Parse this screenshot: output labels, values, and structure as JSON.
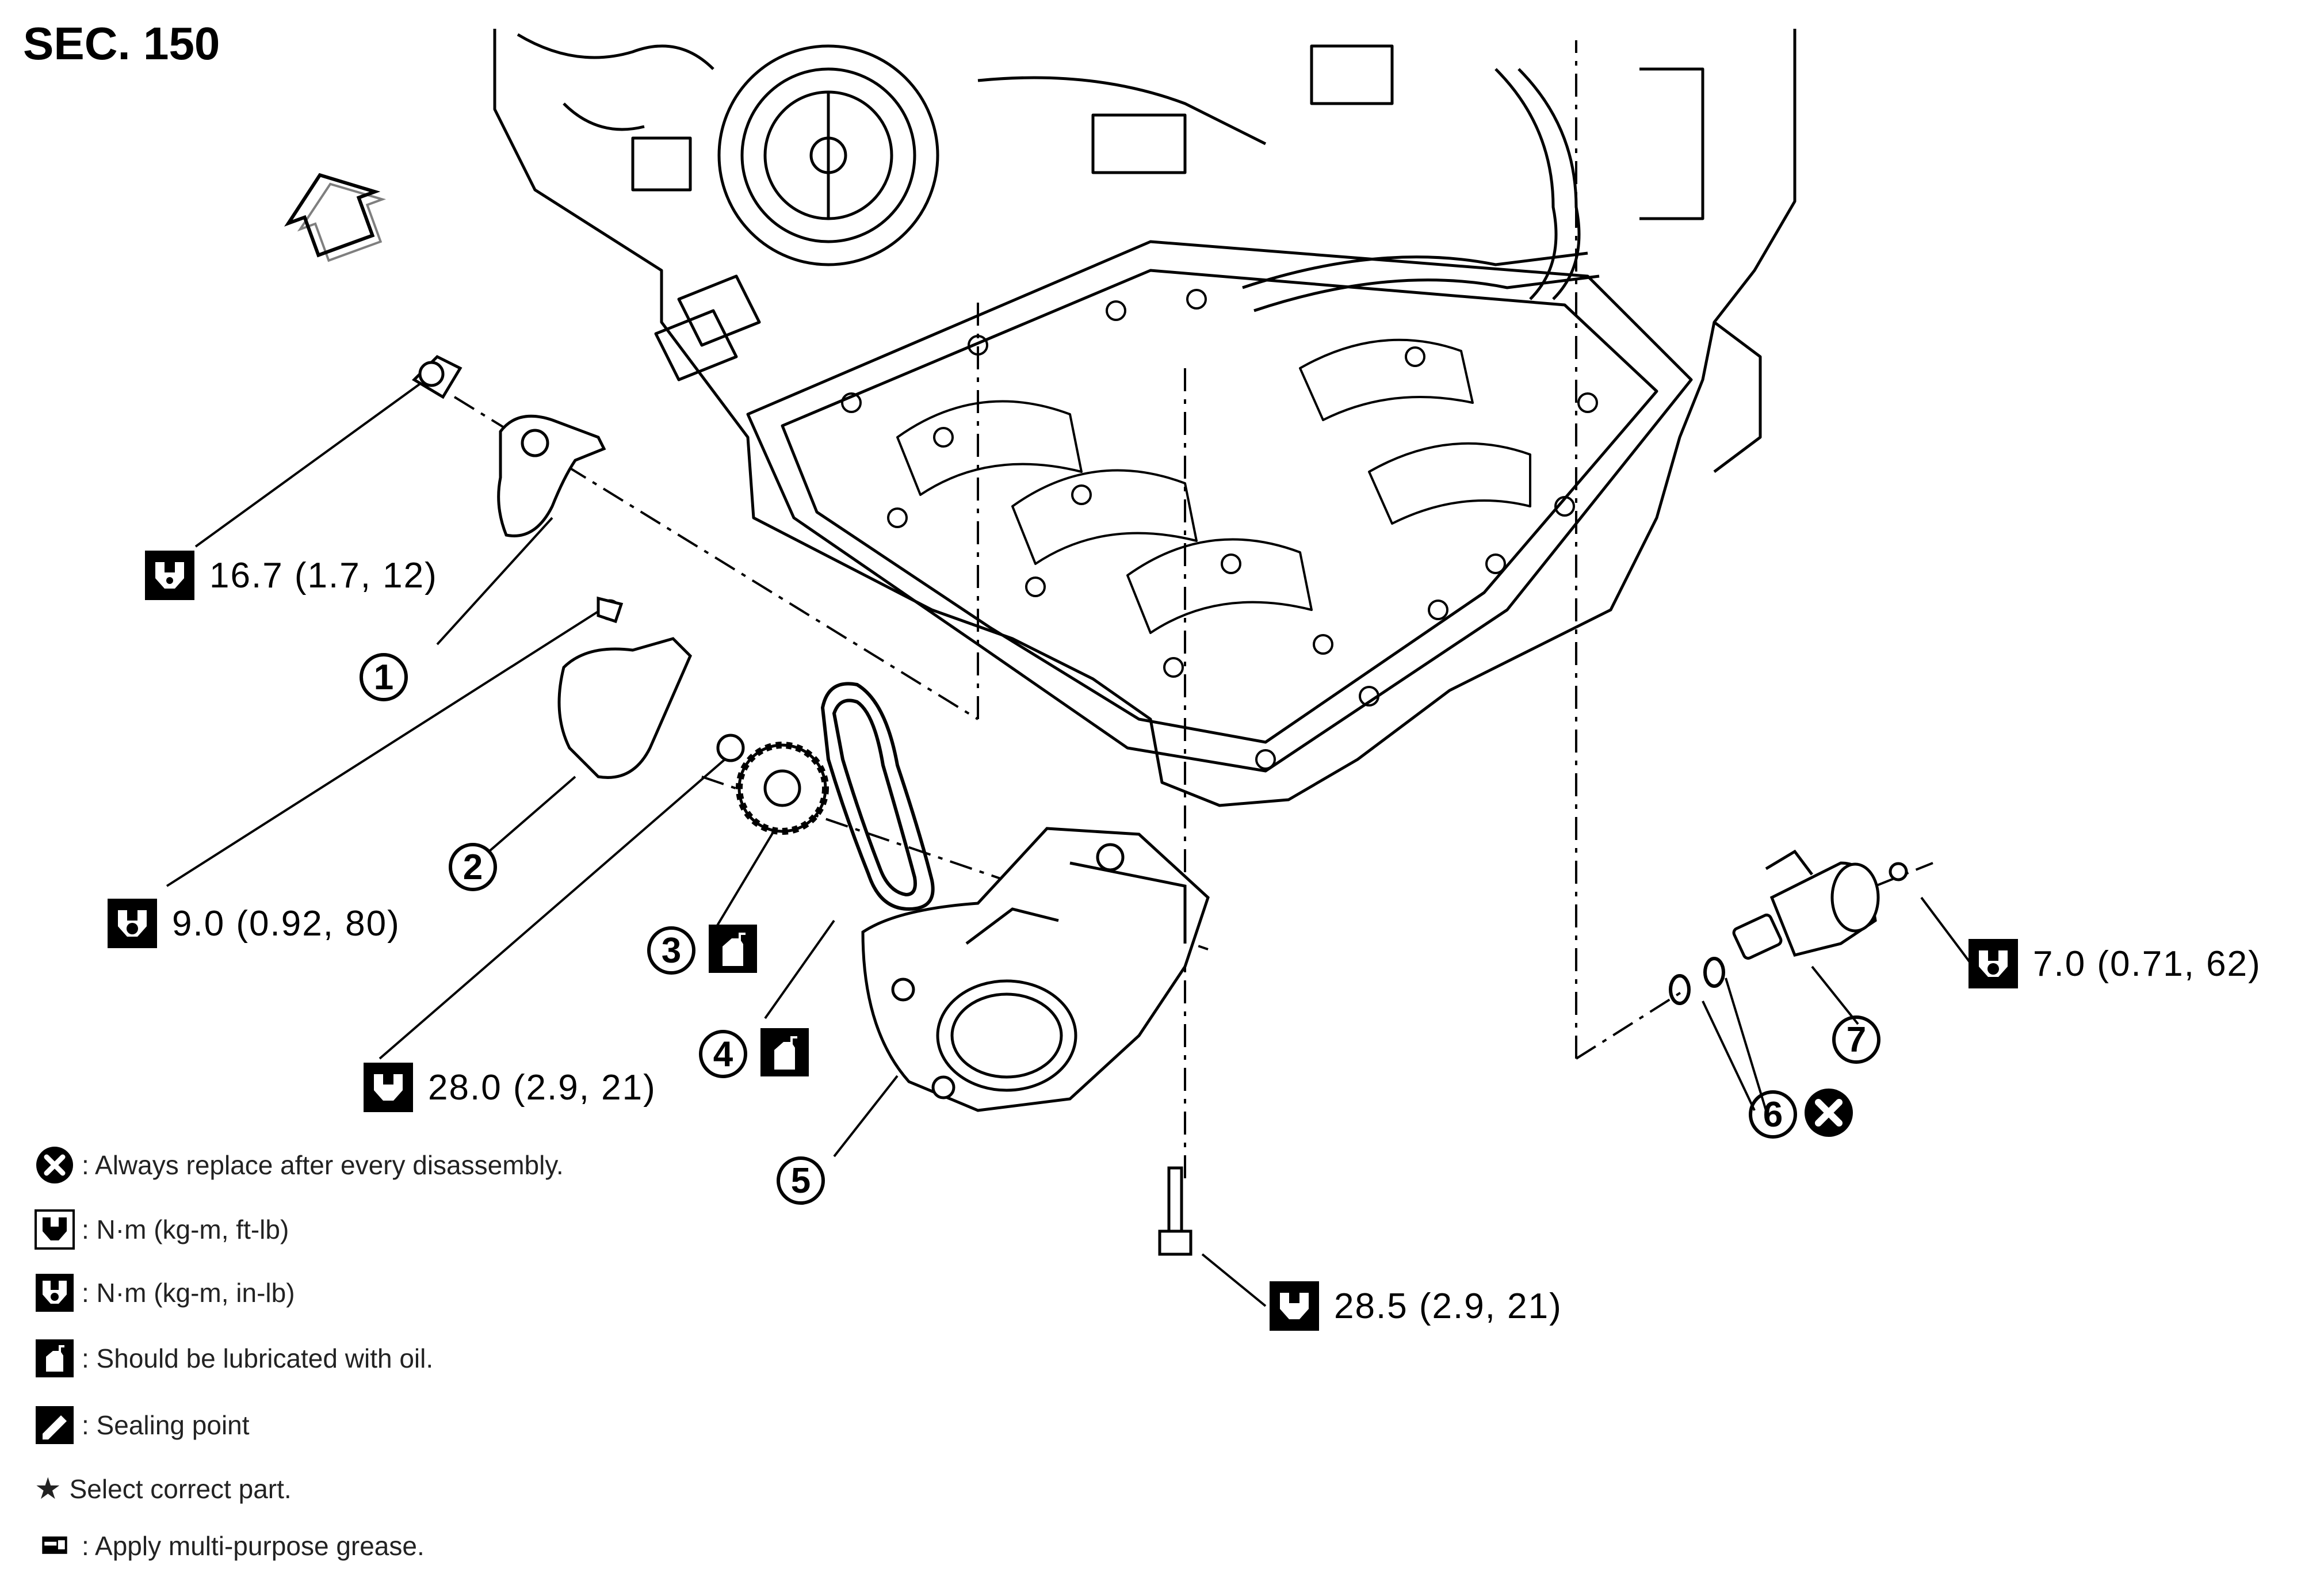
{
  "section": "SEC. 150",
  "torque_specs": {
    "t1": "16.7 (1.7, 12)",
    "t2": "9.0 (0.92, 80)",
    "t3": "28.0 (2.9, 21)",
    "t4": "28.5 (2.9, 21)",
    "t5": "7.0 (0.71, 62)"
  },
  "callouts": [
    "1",
    "2",
    "3",
    "4",
    "5",
    "6",
    "7"
  ],
  "legend": {
    "replace": ": Always replace after every disassembly.",
    "torque_ftlb": ": N·m (kg-m, ft-lb)",
    "torque_inlb": ": N·m (kg-m, in-lb)",
    "lubricate": ": Should be lubricated with oil.",
    "sealing": ": Sealing point",
    "select_part": "Select correct part.",
    "grease": ": Apply multi-purpose grease."
  },
  "icons": {
    "torque": "torque-wrench-icon",
    "oil": "oil-can-icon",
    "replace": "replace-x-icon",
    "sealing": "sealing-point-icon",
    "star": "star-icon",
    "grease": "grease-icon",
    "front": "front-arrow-icon"
  }
}
